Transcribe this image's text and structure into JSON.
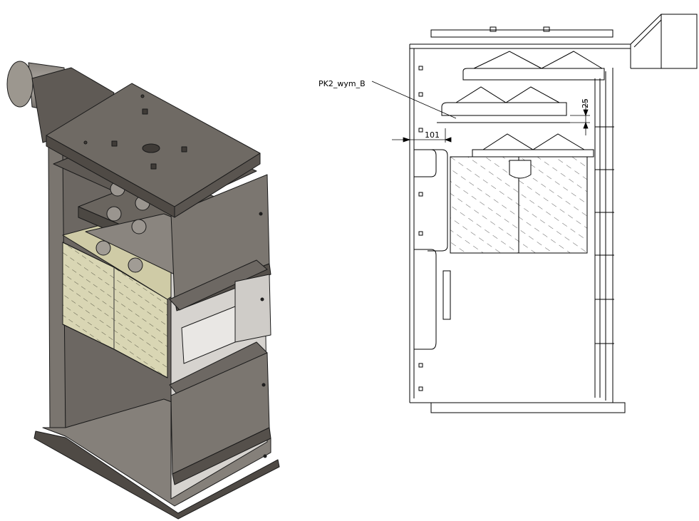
{
  "drawing": {
    "callout_label": "PK2_wym_B",
    "dim_horizontal": "101",
    "dim_vertical": "25"
  },
  "colors": {
    "steel": "#6f6a64",
    "steel_dark": "#4f4a45",
    "steel_light": "#9a958f",
    "insulation": "#d9d6b4",
    "line": "#000000"
  }
}
